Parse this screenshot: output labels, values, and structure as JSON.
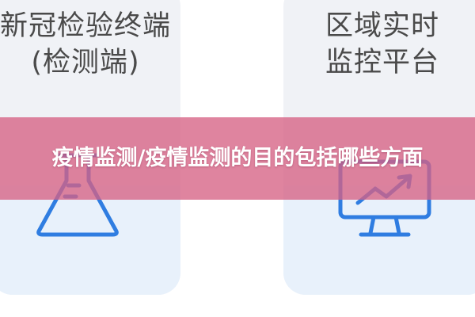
{
  "cards": {
    "left": {
      "line1": "新冠检验终端",
      "line2": "(检测端)",
      "icon": "flask-icon"
    },
    "right": {
      "line1": "区域实时",
      "line2": "监控平台",
      "icon": "monitor-chart-icon"
    }
  },
  "banner": {
    "title": "疫情监测/疫情监测的目的包括哪些方面"
  },
  "colors": {
    "banner": "#d66284",
    "icon_blue": "#2f7de1",
    "card_text": "#4a4a4a",
    "card_bg": "#f0f2f6",
    "card_lower_bg": "#e8f1fb"
  }
}
